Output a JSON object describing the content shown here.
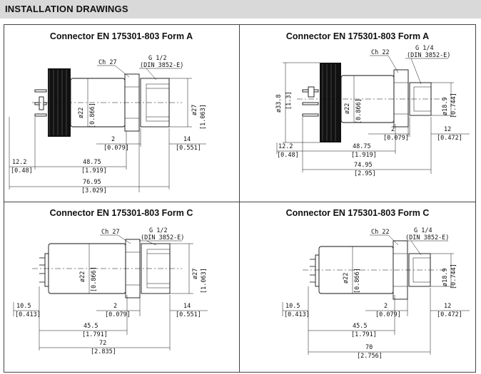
{
  "header": {
    "title": "INSTALLATION DRAWINGS"
  },
  "panels": [
    {
      "title": "Connector EN 175301-803 Form A",
      "wrench": "Ch 27",
      "thread": "G 1/2",
      "thread_std": "(DIN 3852-E)",
      "dia_body": "ø22",
      "dia_body_in": "[0.866]",
      "dia_thread": "ø27",
      "dia_thread_in": "[1.063]",
      "d_a": "2",
      "d_a_in": "[0.079]",
      "d_b": "14",
      "d_b_in": "[0.551]",
      "d_c": "12.2",
      "d_c_in": "[0.48]",
      "d_d": "48.75",
      "d_d_in": "[1.919]",
      "d_e": "76.95",
      "d_e_in": "[3.029]"
    },
    {
      "title": "Connector EN 175301-803 Form A",
      "wrench": "Ch 22",
      "thread": "G 1/4",
      "thread_std": "(DIN 3852-E)",
      "dia_conn": "ø33.8",
      "dia_conn_in": "[1.3]",
      "dia_body": "ø22",
      "dia_body_in": "[0.866]",
      "dia_thread": "ø18.9",
      "dia_thread_in": "[0.744]",
      "d_a": "2",
      "d_a_in": "[0.079]",
      "d_b": "12",
      "d_b_in": "[0.472]",
      "d_c": "12.2",
      "d_c_in": "[0.48]",
      "d_d": "48.75",
      "d_d_in": "[1.919]",
      "d_e": "74.95",
      "d_e_in": "[2.95]"
    },
    {
      "title": "Connector EN 175301-803 Form C",
      "wrench": "Ch 27",
      "thread": "G 1/2",
      "thread_std": "(DIN 3852-E)",
      "dia_body": "ø22",
      "dia_body_in": "[0.866]",
      "dia_thread": "ø27",
      "dia_thread_in": "[1.063]",
      "d_a": "2",
      "d_a_in": "[0.079]",
      "d_b": "14",
      "d_b_in": "[0.551]",
      "d_c": "10.5",
      "d_c_in": "[0.413]",
      "d_d": "45.5",
      "d_d_in": "[1.791]",
      "d_e": "72",
      "d_e_in": "[2.835]"
    },
    {
      "title": "Connector EN 175301-803 Form C",
      "wrench": "Ch 22",
      "thread": "G 1/4",
      "thread_std": "(DIN 3852-E)",
      "dia_body": "ø22",
      "dia_body_in": "[0.866]",
      "dia_thread": "ø18.9",
      "dia_thread_in": "[0.744]",
      "d_a": "2",
      "d_a_in": "[0.079]",
      "d_b": "12",
      "d_b_in": "[0.472]",
      "d_c": "10.5",
      "d_c_in": "[0.413]",
      "d_d": "45.5",
      "d_d_in": "[1.791]",
      "d_e": "70",
      "d_e_in": "[2.756]"
    }
  ]
}
